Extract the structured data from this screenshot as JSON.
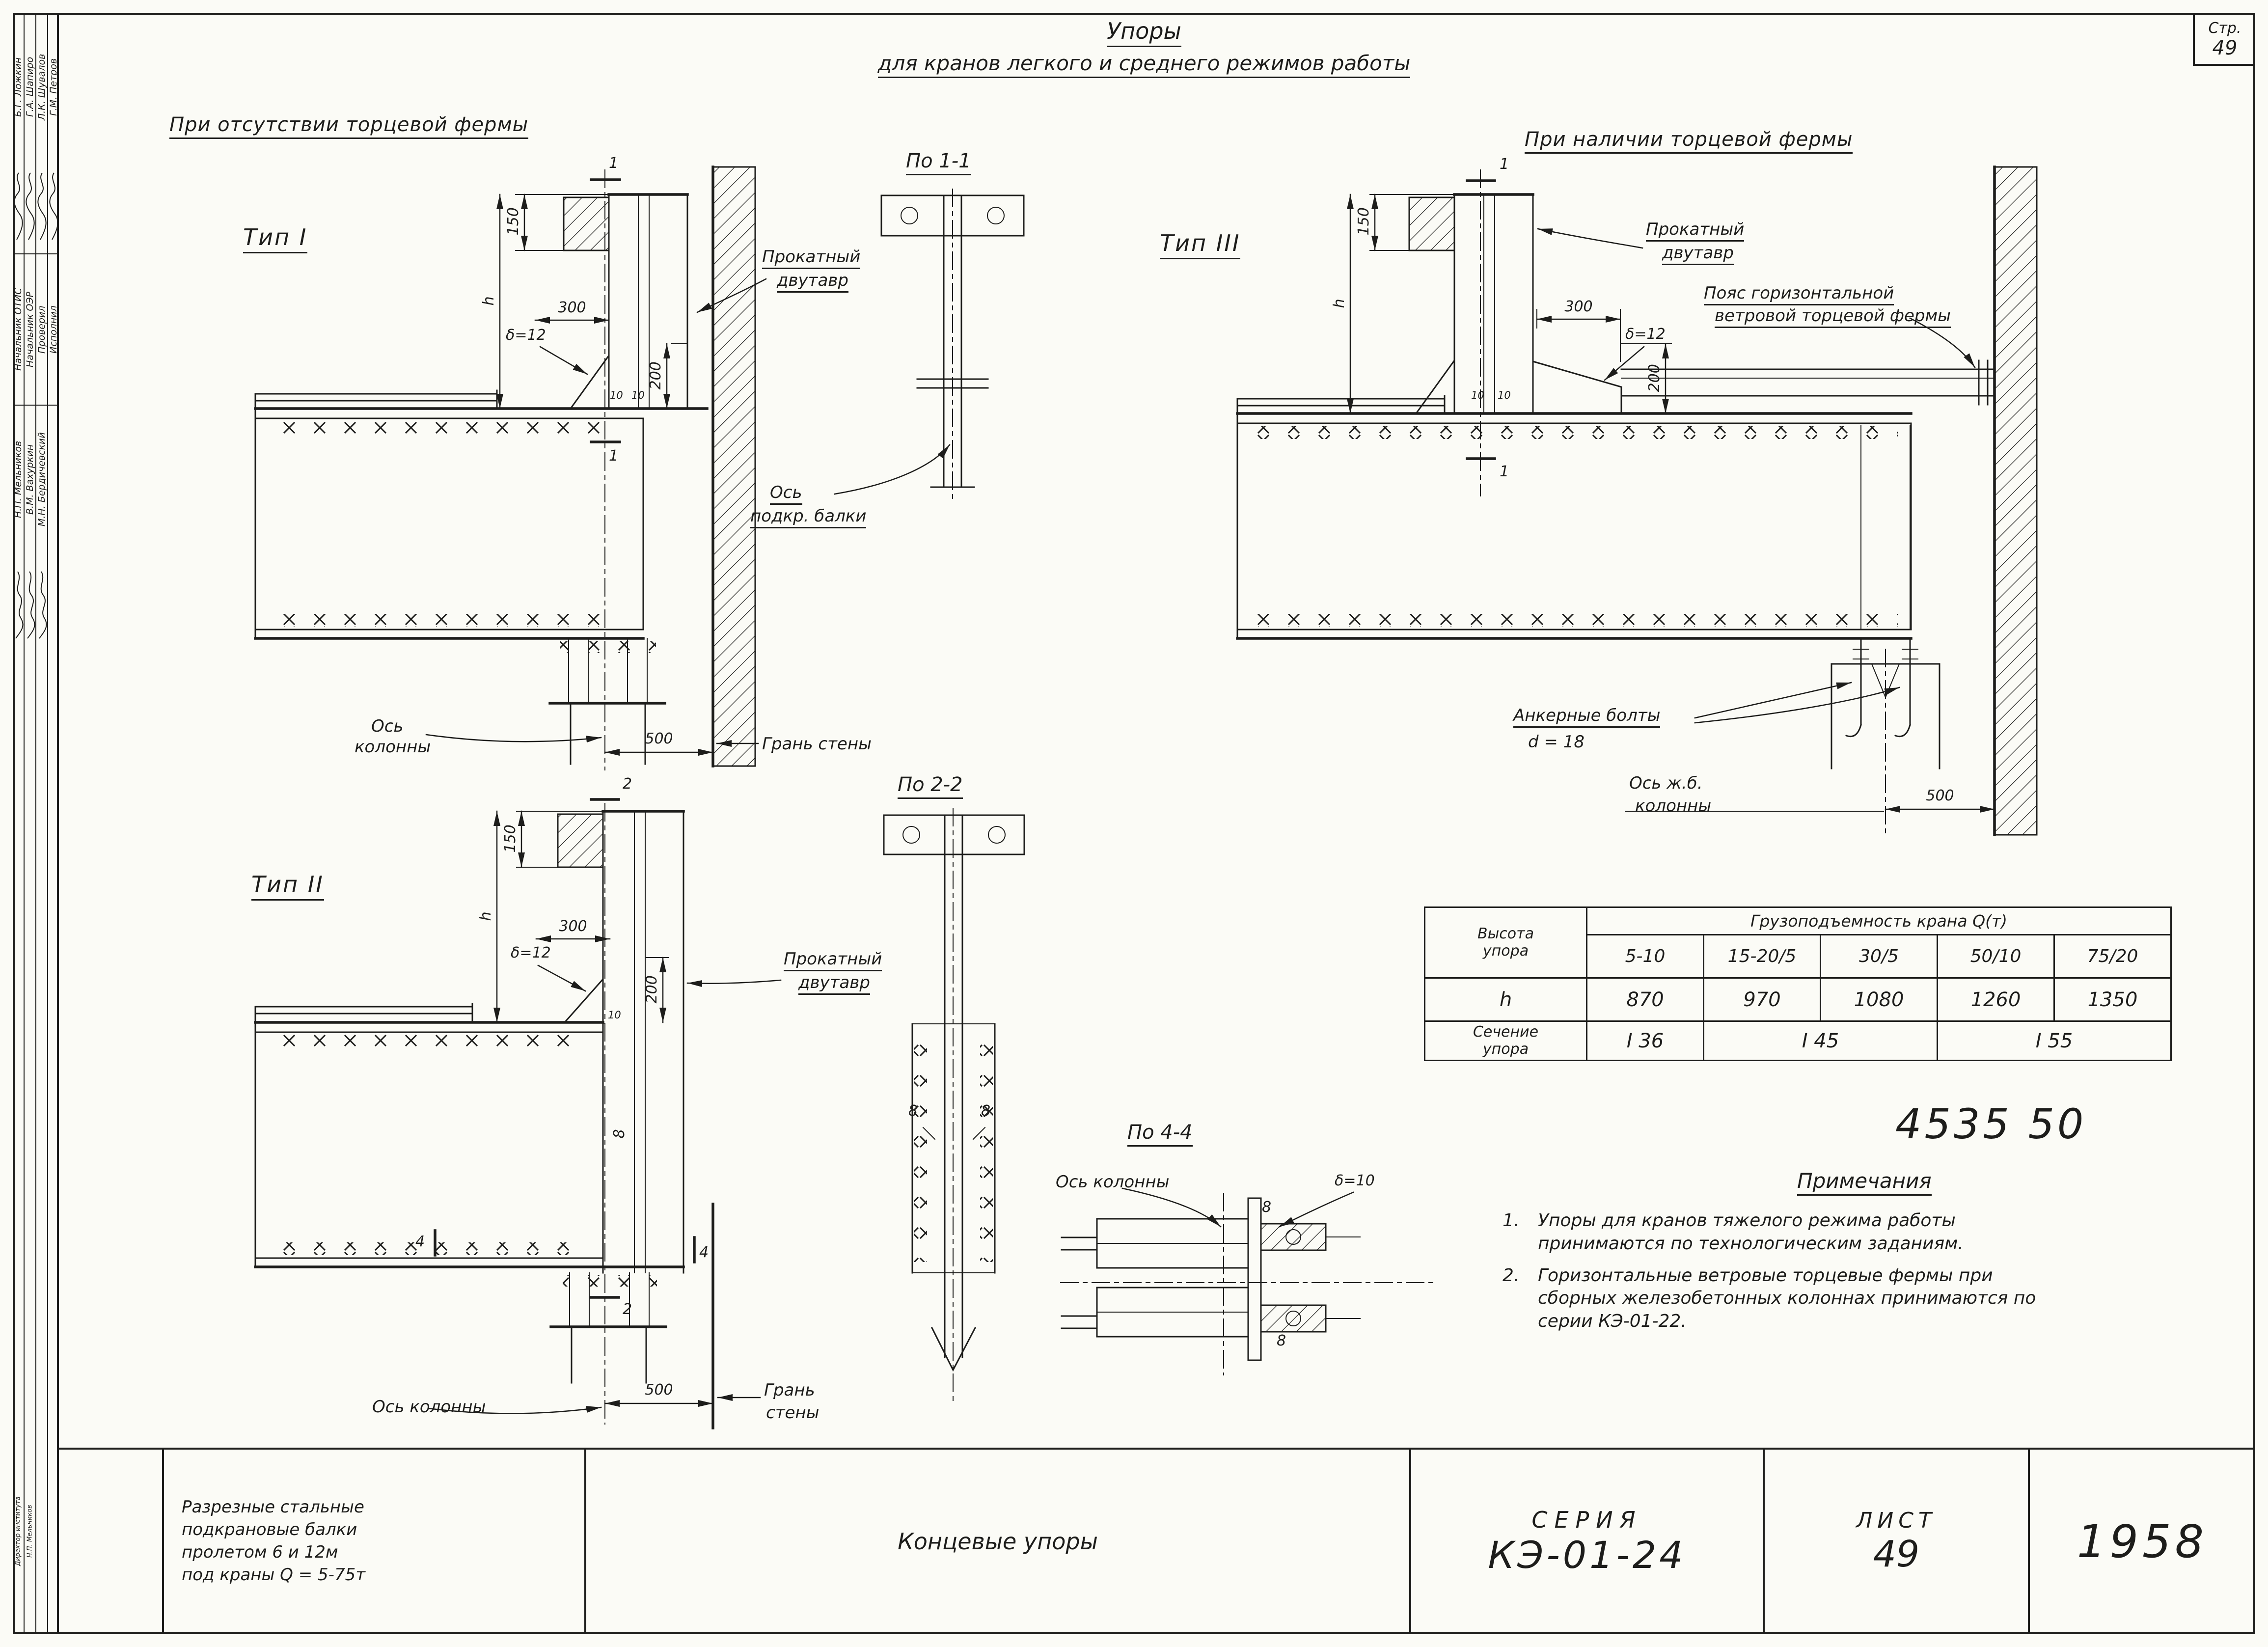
{
  "page": {
    "number_label": "Стр.",
    "number": "49"
  },
  "title": {
    "line1": "Упоры",
    "line2": "для кранов легкого и среднего режимов  работы"
  },
  "subheaders": {
    "left": "При отсутствии торцевой фермы",
    "right": "При наличии торцевой фермы"
  },
  "stamp": {
    "columns": [
      {
        "name": "Б.Г. Ложкин",
        "role": "Начальник ОТИС",
        "name2": "Н.П. Мельников"
      },
      {
        "name": "Г.А. Шапиро",
        "role": "Начальник ОЭР",
        "name2": "В.М. Вахуркин"
      },
      {
        "name": "Л.К. Шувалов",
        "role": "Проверил",
        "name2": "М.Н. Бердичевский"
      },
      {
        "name": "Г.М. Петров",
        "role": "Исполнил",
        "name2": ""
      }
    ],
    "footer1": "Директор института",
    "footer2": "Н.П. Мельников"
  },
  "details": {
    "type1": "Тип I",
    "type2": "Тип II",
    "type3": "Тип III",
    "sec11": "По 1-1",
    "sec22": "По 2-2",
    "sec44": "По 4-4"
  },
  "labels": {
    "rolled1": "Прокатный",
    "rolled2": "двутавр",
    "crane_axis1": "Ось",
    "crane_axis2": "подкр. балки",
    "col_axis1": "Ось",
    "col_axis2": "колонны",
    "col_axis": "Ось колонны",
    "wall": "Грань стены",
    "wall1": "Грань",
    "wall2": "стены",
    "truss1": "Пояс горизонтальной",
    "truss2": "ветровой торцевой фермы",
    "anchor1": "Анкерные болты",
    "anchor2": "d = 18",
    "rc_axis1": "Ось ж.б.",
    "rc_axis2": "колонны"
  },
  "dims": {
    "d150": "150",
    "d300": "300",
    "d200": "200",
    "d500": "500",
    "h": "h",
    "d10": "10",
    "d8": "8",
    "delta12": "δ=12",
    "delta10": "δ=10",
    "cut1": "1",
    "cut2": "2",
    "cut4": "4"
  },
  "table": {
    "corner1": "Высота",
    "corner2": "упора",
    "corner_h": "h",
    "header": "Грузоподъемность  крана  Q(т)",
    "capacities": [
      "5-10",
      "15-20/5",
      "30/5",
      "50/10",
      "75/20"
    ],
    "heights": [
      "870",
      "970",
      "1080",
      "1260",
      "1350"
    ],
    "section1": "Сечение",
    "section2": "упора",
    "sections": [
      "I 36",
      "I 45",
      "I 55"
    ]
  },
  "doc_number": "4535 50",
  "notes": {
    "title": "Примечания",
    "items": [
      {
        "num": "1.",
        "text": "Упоры для кранов тяжелого режима работы принимаются по технологическим заданиям."
      },
      {
        "num": "2.",
        "text": "Горизонтальные ветровые торцевые фермы при сборных железобетонных колоннах принимаются по серии КЭ-01-22."
      }
    ]
  },
  "titleblock": {
    "desc1": "Разрезные стальные",
    "desc2": "подкрановые балки",
    "desc3": "пролетом 6 и 12м",
    "desc4": "под краны Q = 5-75т",
    "name": "Концевые упоры",
    "series_label": "СЕРИЯ",
    "series": "КЭ-01-24",
    "sheet_label": "ЛИСТ",
    "sheet": "49",
    "year": "1958"
  }
}
